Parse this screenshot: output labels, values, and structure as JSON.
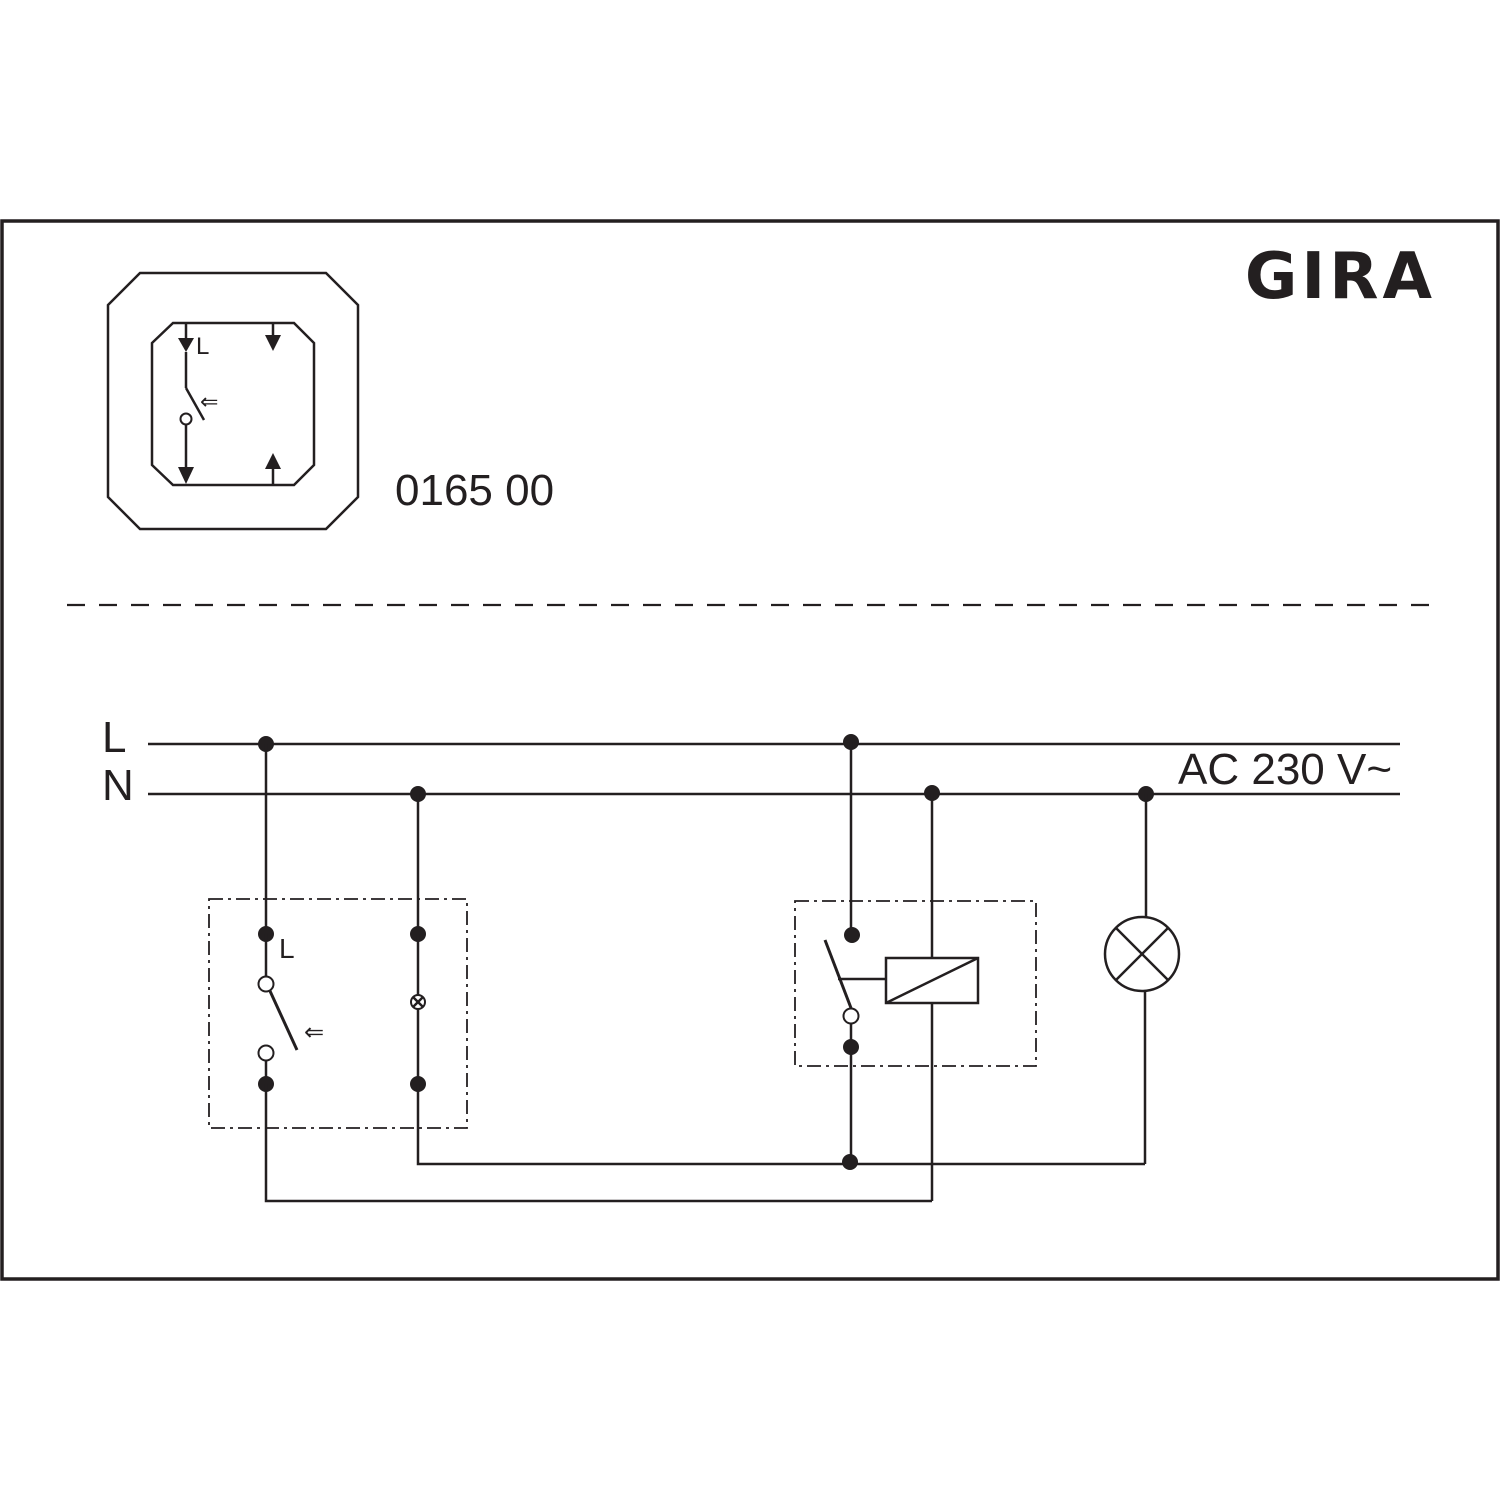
{
  "brand": {
    "logo_text": "GIRA"
  },
  "product": {
    "article_number": "0165 00"
  },
  "icon_symbol": {
    "terminal_label": "L",
    "arrow_glyph": "⇐"
  },
  "diagram": {
    "line_label_L": "L",
    "line_label_N": "N",
    "supply_label": "AC 230 V~",
    "switch_terminal_label": "L",
    "switch_arrow_glyph": "⇐"
  },
  "colors": {
    "ink": "#231f20",
    "background": "#ffffff"
  }
}
